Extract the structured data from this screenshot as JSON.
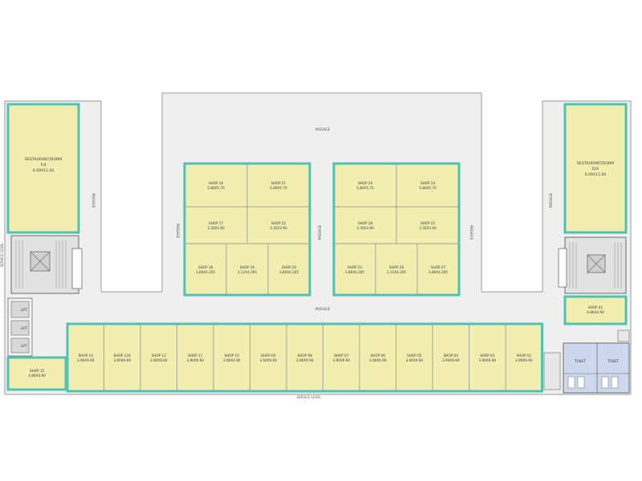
{
  "colors": {
    "shop_fill": "#f2eeb0",
    "shop_fill_alt": "#f6f2bf",
    "teal_outline": "#4fc2b5",
    "floor": "#efefef",
    "void": "#ffffff",
    "wall": "#9a9a9a",
    "dark_wall": "#6b6b6b",
    "toilet_fill": "#cdd8ee",
    "lift_fill": "#d9d9d9"
  },
  "labels": {
    "restaurant_left_1": "RESTAURANT/DORM",
    "restaurant_left_2": "F/4",
    "restaurant_left_3": "6.09X11.00",
    "restaurant_right_1": "RESTAURANT/DORM",
    "restaurant_right_2": "D/4",
    "restaurant_right_3": "6.09X11.00",
    "corridor_top": "PASSAGE",
    "corridor_mid": "PASSAGE",
    "corridor_left_vertical": "PASSAGE",
    "corridor_right_vertical": "PASSAGE",
    "corridor_island_left": "PASSAGE",
    "corridor_island_mid": "PASSAGE",
    "corridor_island_right": "PASSAGE",
    "corridor_bottom": "SERVICE LEVEL",
    "left_edge_text": "SERVICE LEVEL",
    "lift_1": "LIFT",
    "lift_2": "LIFT",
    "lift_3": "LIFT",
    "shop_41_1": "SHOP 41",
    "shop_41_2": "4.86X4.90",
    "shop_15_1": "SHOP 15",
    "shop_15_2": "4.86X4.90",
    "toilet_1": "TOILET",
    "toilet_2": "TOILET"
  },
  "island_left": [
    {
      "name": "SHOP 16",
      "dim": "5.80X5.70"
    },
    {
      "name": "SHOP 21",
      "dim": "5.80X5.70"
    },
    {
      "name": "SHOP 17",
      "dim": "3.35X3.90"
    },
    {
      "name": "SHOP 22",
      "dim": "3.35X3.90"
    },
    {
      "name": "SHOP 18",
      "dim": "3.80X4.205"
    },
    {
      "name": "SHOP 19",
      "dim": "3.12X4.205"
    },
    {
      "name": "SHOP 20",
      "dim": "3.80X4.205"
    }
  ],
  "island_right": [
    {
      "name": "SHOP 29",
      "dim": "5.80X5.70"
    },
    {
      "name": "SHOP 24",
      "dim": "5.80X5.70"
    },
    {
      "name": "SHOP 28",
      "dim": "3.35X3.90"
    },
    {
      "name": "SHOP 25",
      "dim": "3.35X3.90"
    },
    {
      "name": "SHOP 23",
      "dim": "3.80X4.205"
    },
    {
      "name": "SHOP 26",
      "dim": "3.12X4.205"
    },
    {
      "name": "SHOP 27",
      "dim": "3.80X4.205"
    }
  ],
  "bottom_row": [
    {
      "name": "SHOP 14",
      "dim": "3.90X9.90"
    },
    {
      "name": "SHOP 13A",
      "dim": "3.90X9.90"
    },
    {
      "name": "SHOP 12",
      "dim": "3.90X9.90"
    },
    {
      "name": "SHOP 11",
      "dim": "3.90X9.90"
    },
    {
      "name": "SHOP 10",
      "dim": "3.90X9.90"
    },
    {
      "name": "SHOP 09",
      "dim": "3.90X9.90"
    },
    {
      "name": "SHOP 08",
      "dim": "3.90X9.90"
    },
    {
      "name": "SHOP 07",
      "dim": "3.90X9.90"
    },
    {
      "name": "SHOP 06",
      "dim": "3.90X9.90"
    },
    {
      "name": "SHOP 05",
      "dim": "3.90X9.90"
    },
    {
      "name": "SHOP 04",
      "dim": "3.90X9.90"
    },
    {
      "name": "SHOP 03",
      "dim": "3.90X9.90"
    },
    {
      "name": "SHOP 02",
      "dim": "3.90X9.90"
    }
  ]
}
